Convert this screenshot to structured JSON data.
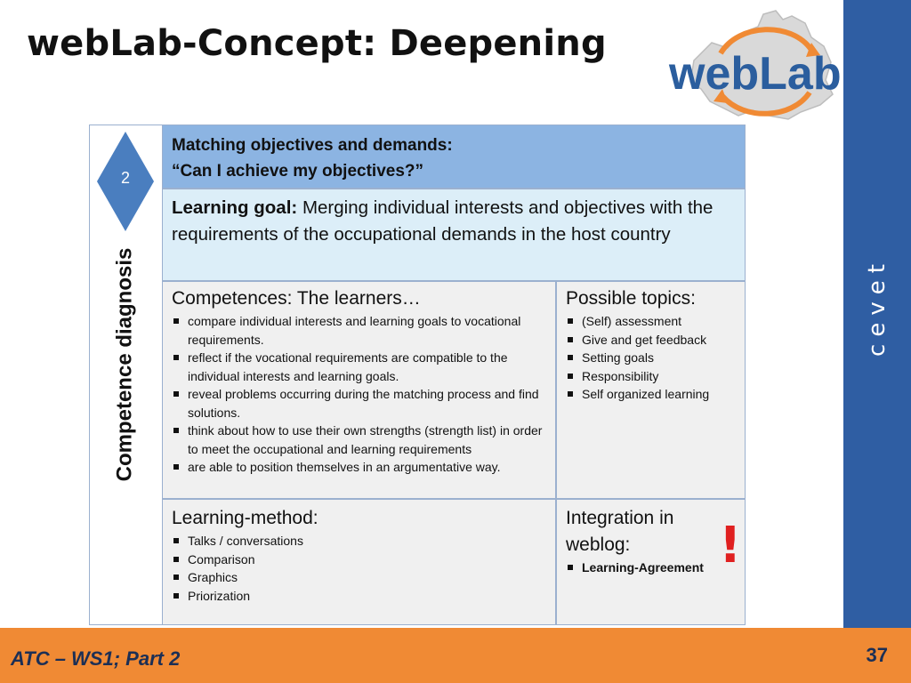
{
  "slide": {
    "title": "webLab-Concept: Deepening",
    "logo_text": "webLab",
    "side_label": "cevet",
    "footer_left": "ATC – WS1; Part 2",
    "page_number": "37"
  },
  "stage": {
    "number": "2",
    "label": "Competence diagnosis"
  },
  "table": {
    "header_line1": "Matching objectives and demands:",
    "header_line2": "“Can I achieve my objectives?”",
    "goal_label": "Learning goal:",
    "goal_text": "Merging individual interests and objectives with the requirements of the occupational demands in the host country",
    "competences_title": "Competences: The learners…",
    "competences": [
      "compare individual interests and learning goals to vocational requirements.",
      "reflect if the vocational requirements are compatible to the individual interests and learning goals.",
      "reveal problems occurring during the matching process and find solutions.",
      "think about how to use their own strengths (strength list) in order to meet the occupational and learning requirements",
      "are able to position themselves in an argumentative way."
    ],
    "topics_title": "Possible topics:",
    "topics": [
      "(Self) assessment",
      "Give and get feedback",
      "Setting goals",
      "Responsibility",
      "Self organized learning"
    ],
    "method_title": "Learning-method:",
    "methods": [
      "Talks / conversations",
      "Comparison",
      "Graphics",
      "Priorization"
    ],
    "integration_title_line1": "Integration in",
    "integration_title_line2": "weblog:",
    "integration_items": [
      "Learning-Agreement"
    ],
    "alert_mark": "!"
  },
  "colors": {
    "header_fill": "#8cb4e2",
    "goal_fill": "#dceef8",
    "cell_fill": "#f0f0f0",
    "side_bar": "#2f5ea3",
    "footer": "#f08a34",
    "diamond": "#4a7ebf",
    "alert": "#e02020"
  }
}
